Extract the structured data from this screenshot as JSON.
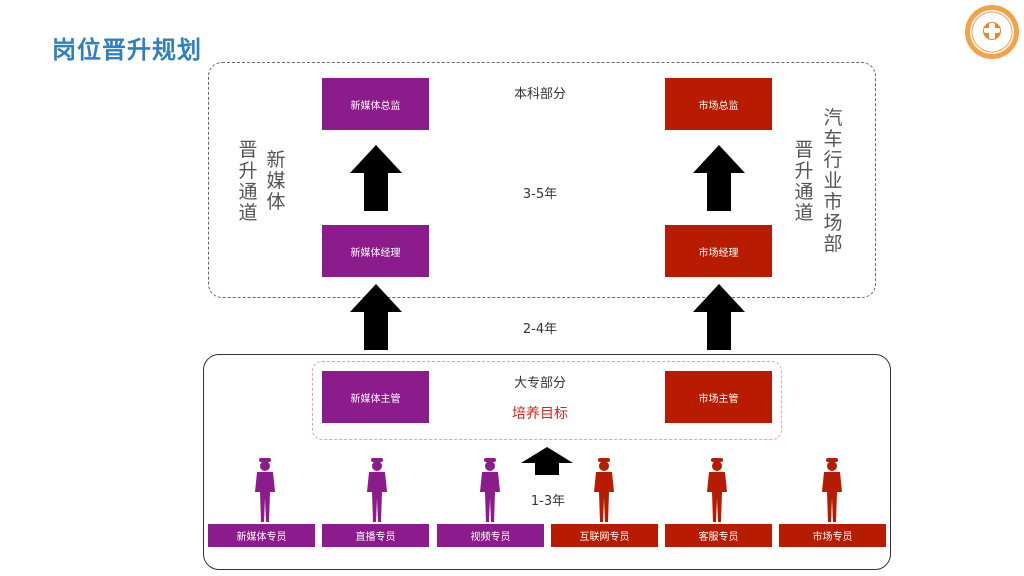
{
  "title": "岗位晋升规划",
  "sections": {
    "undergrad": "本科部分",
    "college": "大专部分",
    "target": "培养目标"
  },
  "years": {
    "y35": "3-5年",
    "y24": "2-4年",
    "y13": "1-3年"
  },
  "channels": {
    "left_col1": "晋升通道",
    "left_col2": "新媒体",
    "right_col1": "晋升通道",
    "right_col2": "汽车行业市场部"
  },
  "positions": {
    "nm_director": "新媒体总监",
    "nm_manager": "新媒体经理",
    "nm_supervisor": "新媒体主管",
    "mk_director": "市场总监",
    "mk_manager": "市场经理",
    "mk_supervisor": "市场主管"
  },
  "specialists": [
    "新媒体专员",
    "直播专员",
    "视频专员",
    "互联网专员",
    "客服专员",
    "市场专员"
  ],
  "colors": {
    "purple": "#8c1c8c",
    "red": "#b71c00",
    "title_blue": "#2f7fc1",
    "target_red": "#d0271c"
  },
  "icons": [
    "up-arrow-icon",
    "worker-icon",
    "school-logo"
  ]
}
